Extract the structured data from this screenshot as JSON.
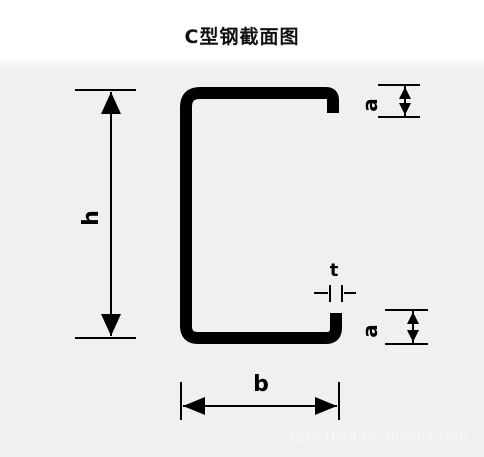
{
  "title": "C型钢截面图",
  "labels": {
    "height": "h",
    "width": "b",
    "lip_top": "a",
    "lip_bottom": "a",
    "thickness": "t"
  },
  "watermark": "hzhc1688.cn.alibaba.com",
  "colors": {
    "line": "#000000",
    "panel": "#f0f0f0",
    "background": "#ffffff"
  }
}
